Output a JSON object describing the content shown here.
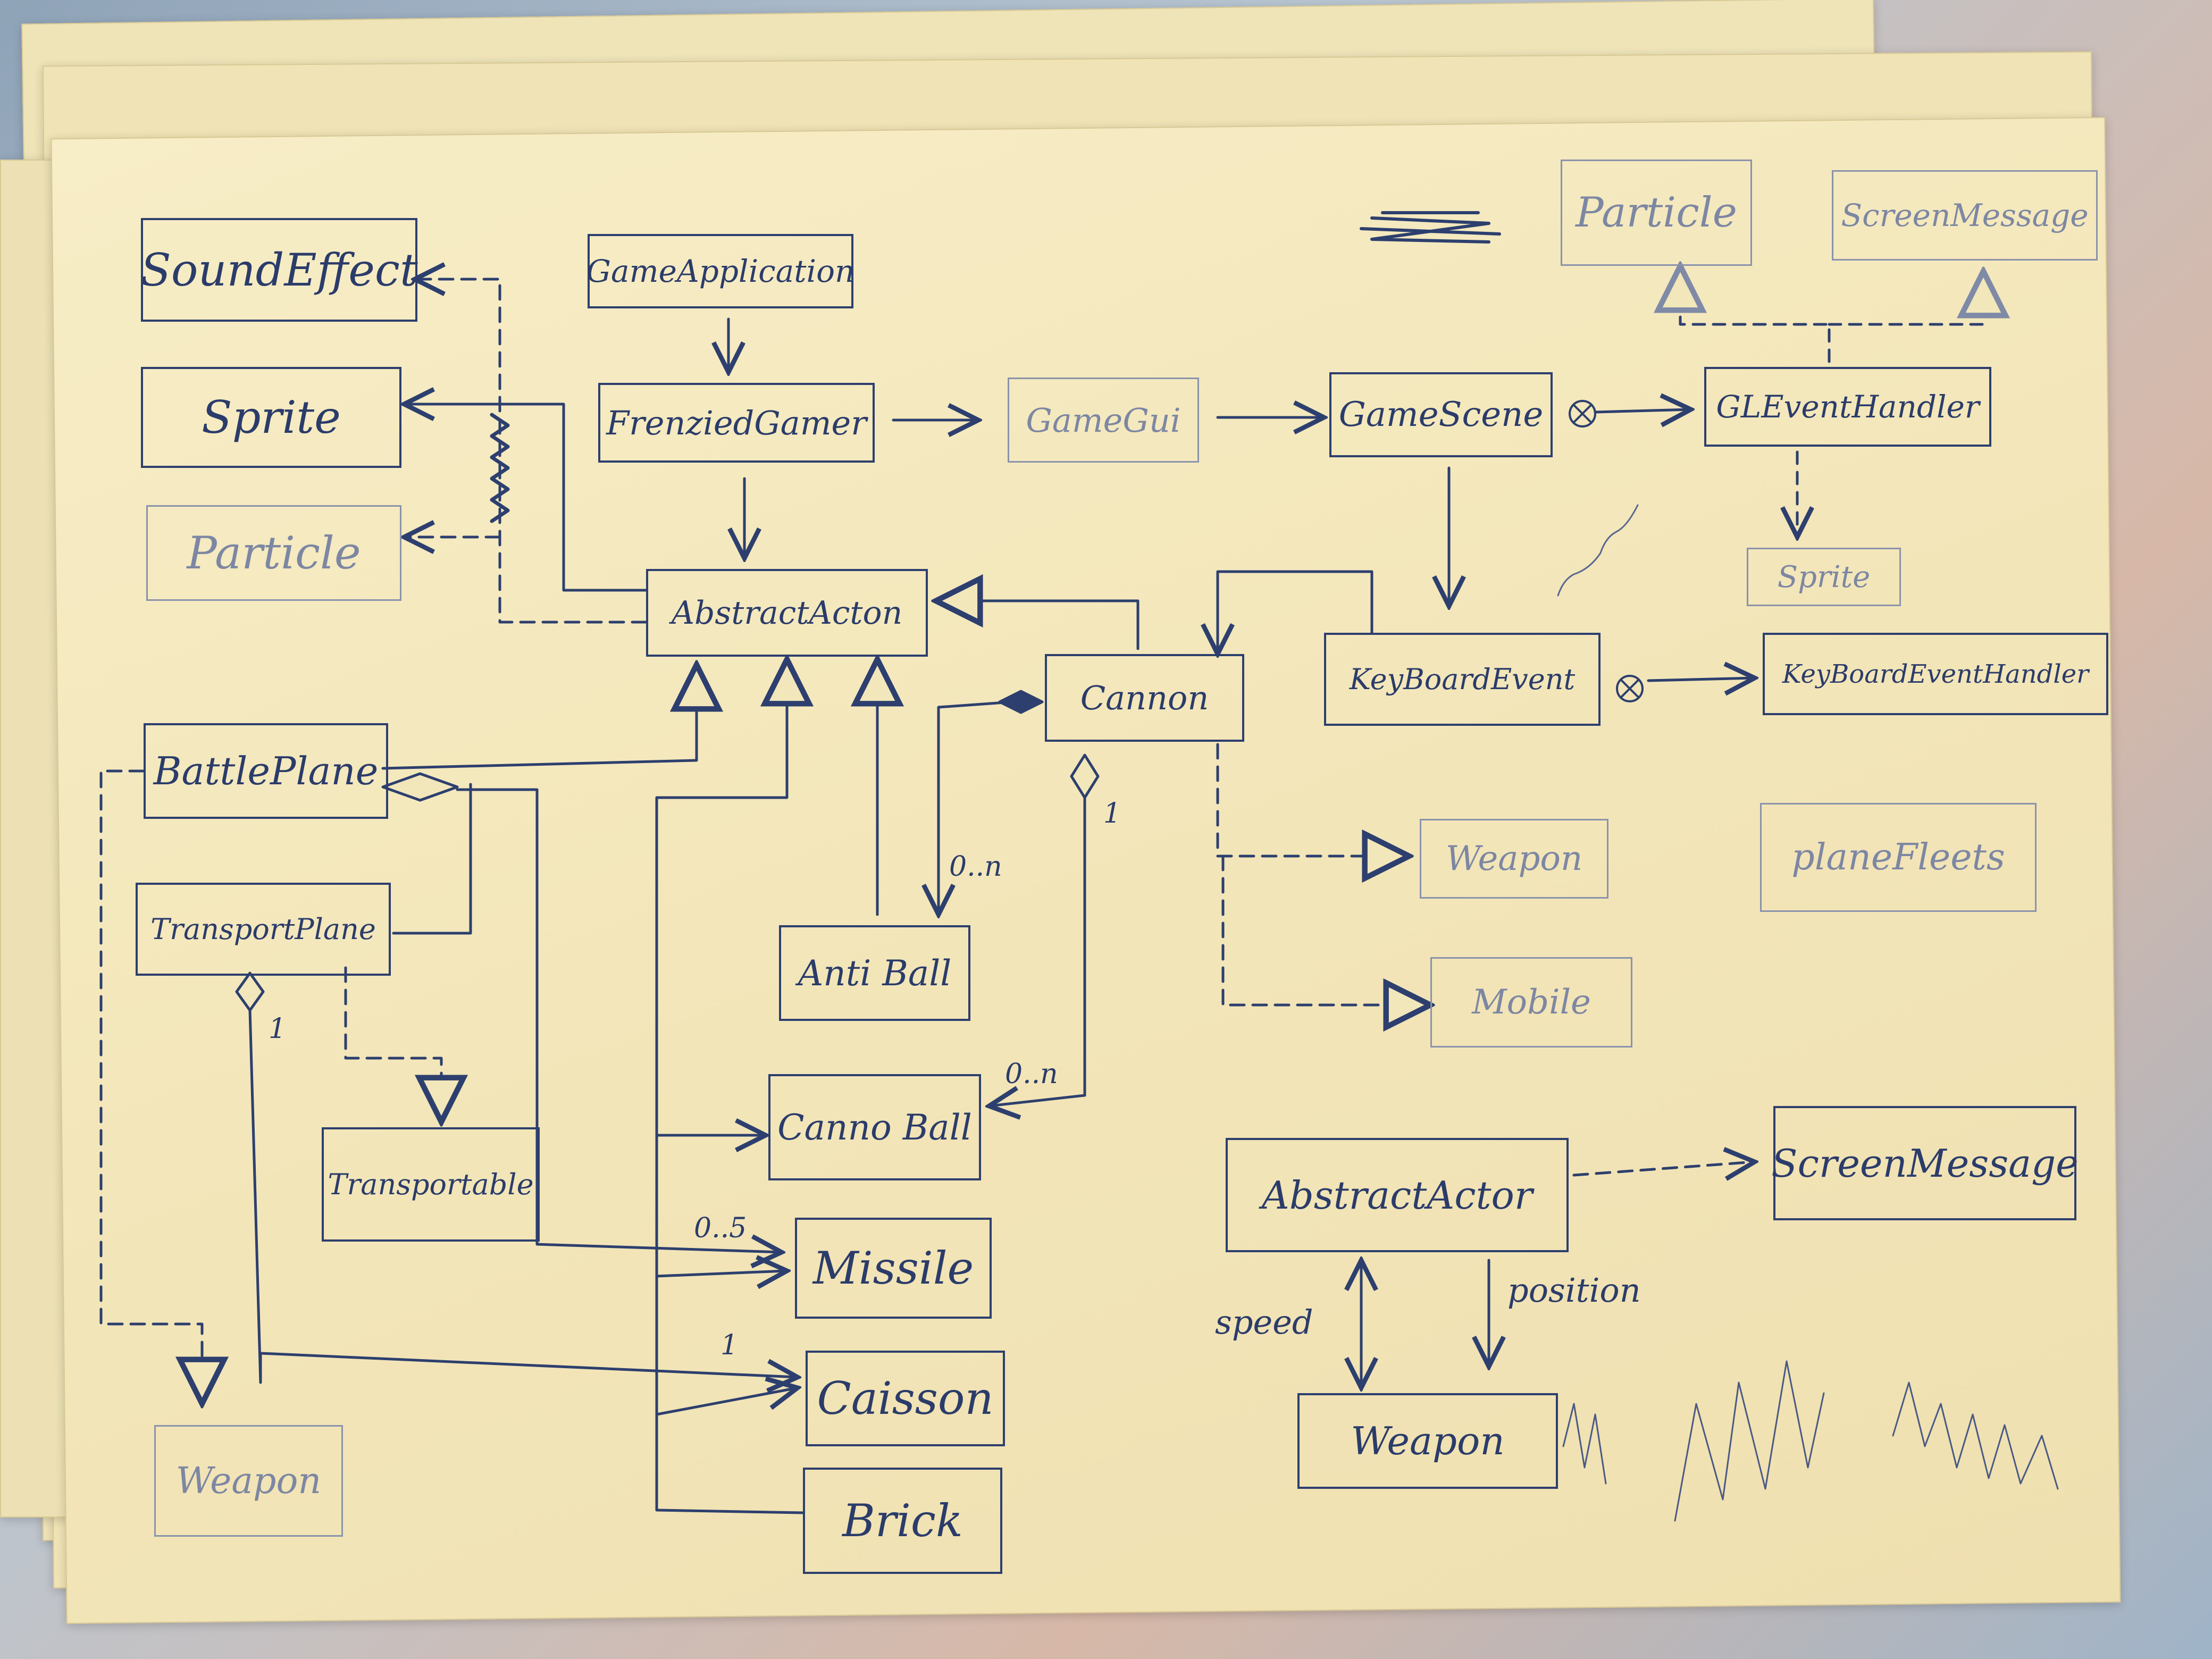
{
  "diagram": {
    "nodes": {
      "sound_effect": "SoundEffect",
      "sprite_left": "Sprite",
      "particle_left": "Particle",
      "game_application": "GameApplication",
      "frenzied_gamer": "FrenziedGamer",
      "abstract_action": "AbstractActon",
      "game_gui": "GameGui",
      "game_scene": "GameScene",
      "particle_top": "Particle",
      "screen_message_top": "ScreenMessage",
      "gl_event_handler": "GLEventHandler",
      "sprite_right": "Sprite",
      "keyboard_event": "KeyBoardEvent",
      "keyboard_event_handler": "KeyBoardEventHandler",
      "cannon": "Cannon",
      "battle_plane": "BattlePlane",
      "transport_plane": "TransportPlane",
      "transportable": "Transportable",
      "weapon_left": "Weapon",
      "anti_ball": "Anti Ball",
      "canno_ball": "Canno Ball",
      "missile": "Missile",
      "caisson": "Caisson",
      "brick": "Brick",
      "weapon_mid": "Weapon",
      "mobile": "Mobile",
      "plane_fleets": "planeFleets",
      "abstract_actor": "AbstractActor",
      "screen_message_right": "ScreenMessage",
      "weapon_bottom": "Weapon"
    },
    "edge_labels": {
      "cannon_anti_mult": "0..n",
      "cannon_canno_mult": "0..n",
      "cannon_one": "1",
      "transport_one": "1",
      "missile_mult": "0..5",
      "caisson_one": "1",
      "speed": "speed",
      "position": "position"
    }
  },
  "colors": {
    "ink": "#2d3f6e",
    "faint_ink": "#8a93ab",
    "paper": "#f3e7bb",
    "background": "#a9b8c8"
  }
}
